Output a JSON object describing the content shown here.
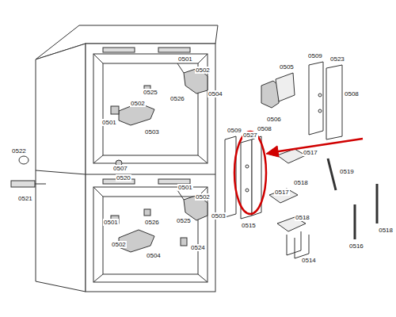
{
  "diagram": {
    "labels": [
      "0522",
      "0521",
      "0501",
      "0502",
      "0525",
      "0526",
      "0504",
      "0502",
      "0501",
      "0503",
      "0507",
      "0520",
      "0501",
      "0502",
      "0525",
      "0526",
      "0503",
      "0501",
      "0502",
      "0504",
      "0524",
      "0505",
      "0506",
      "0509",
      "0523",
      "0508",
      "0509",
      "0527",
      "0508",
      "0517",
      "0519",
      "0518",
      "0517",
      "0518",
      "0515",
      "0514",
      "0516",
      "0518"
    ]
  }
}
